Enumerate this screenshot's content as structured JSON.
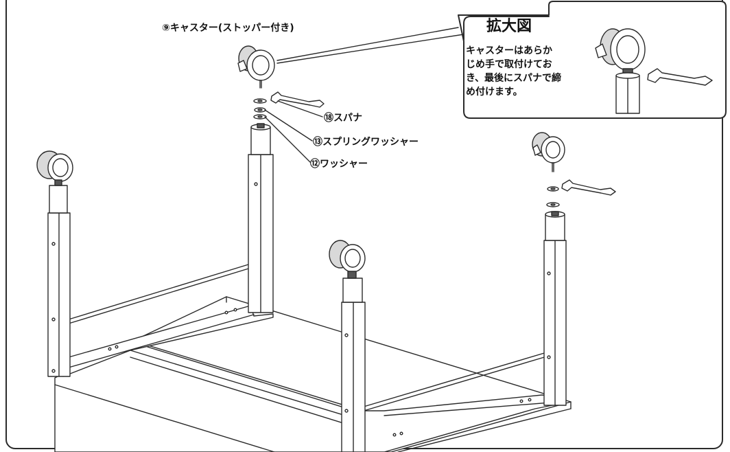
{
  "labels": {
    "caster": "⑨キャスター(ストッパー付き)",
    "spanner": "⑱スパナ",
    "spring_washer": "⑬スプリングワッシャー",
    "washer": "⑫ワッシャー"
  },
  "callout": {
    "title": "拡大図",
    "body_lines": [
      "キャスターはあらか",
      "じめ手で取付けてお",
      "き、最後にスパナで締",
      "め付けます。"
    ]
  },
  "colors": {
    "line": "#2a2a2a",
    "fill": "#ffffff",
    "shade": "#d9d9d9",
    "dark": "#555555"
  }
}
